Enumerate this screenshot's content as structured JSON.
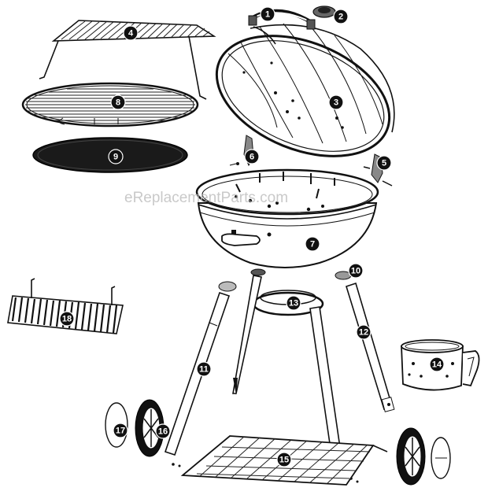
{
  "watermark": "eReplacementParts.com",
  "parts": [
    {
      "id": "1",
      "label": "1",
      "name": "lid-handle"
    },
    {
      "id": "2",
      "label": "2",
      "name": "lid-vent"
    },
    {
      "id": "3",
      "label": "3",
      "name": "lid"
    },
    {
      "id": "4",
      "label": "4",
      "name": "warming-rack"
    },
    {
      "id": "5",
      "label": "5",
      "name": "lid-hinge-right"
    },
    {
      "id": "6",
      "label": "6",
      "name": "lid-hinge-left"
    },
    {
      "id": "7",
      "label": "7",
      "name": "bowl"
    },
    {
      "id": "8",
      "label": "8",
      "name": "cooking-grate"
    },
    {
      "id": "9",
      "label": "9",
      "name": "charcoal-grate"
    },
    {
      "id": "10",
      "label": "10",
      "name": "leg-socket"
    },
    {
      "id": "11",
      "label": "11",
      "name": "front-leg"
    },
    {
      "id": "12",
      "label": "12",
      "name": "rear-leg"
    },
    {
      "id": "13",
      "label": "13",
      "name": "ash-ring"
    },
    {
      "id": "14",
      "label": "14",
      "name": "chimney-starter"
    },
    {
      "id": "15",
      "label": "15",
      "name": "bottom-shelf"
    },
    {
      "id": "16",
      "label": "16",
      "name": "wheel"
    },
    {
      "id": "17",
      "label": "17",
      "name": "hubcap"
    },
    {
      "id": "18",
      "label": "18",
      "name": "tool-rack"
    }
  ]
}
